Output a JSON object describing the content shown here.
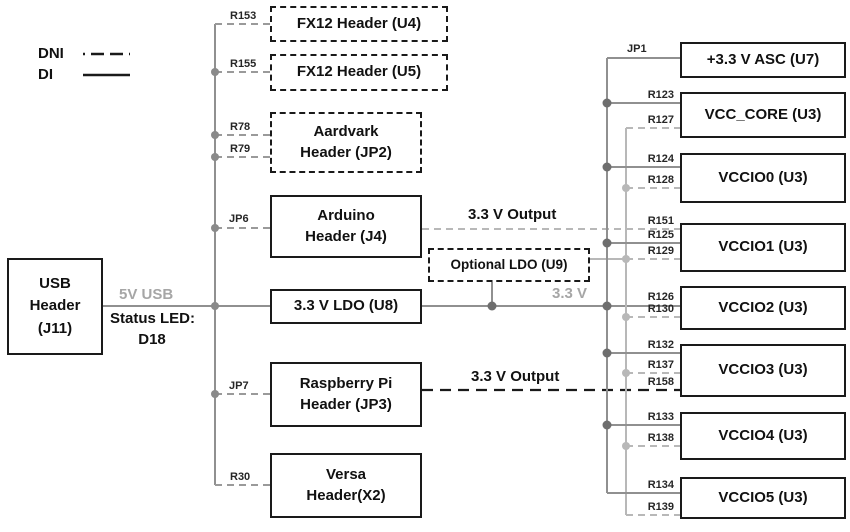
{
  "legend": {
    "dni": "DNI",
    "di": "DI"
  },
  "blocks": {
    "usb": {
      "line1": "USB",
      "line2": "Header",
      "line3": "(J11)"
    },
    "fx12_u4": {
      "label": "FX12 Header (U4)"
    },
    "fx12_u5": {
      "label": "FX12 Header (U5)"
    },
    "aardvark": {
      "line1": "Aardvark",
      "line2": "Header (JP2)"
    },
    "arduino": {
      "line1": "Arduino",
      "line2": "Header (J4)"
    },
    "ldo_u8": {
      "label": "3.3 V LDO (U8)"
    },
    "rpi": {
      "line1": "Raspberry Pi",
      "line2": "Header (JP3)"
    },
    "versa": {
      "line1": "Versa",
      "line2": "Header(X2)"
    },
    "optional_ldo": {
      "label": "Optional LDO (U9)"
    },
    "asc_u7": {
      "label": "+3.3 V ASC (U7)"
    },
    "vcc_core": {
      "label": "VCC_CORE (U3)"
    },
    "vccio0": {
      "label": "VCCIO0 (U3)"
    },
    "vccio1": {
      "label": "VCCIO1 (U3)"
    },
    "vccio2": {
      "label": "VCCIO2 (U3)"
    },
    "vccio3": {
      "label": "VCCIO3 (U3)"
    },
    "vccio4": {
      "label": "VCCIO4 (U3)"
    },
    "vccio5": {
      "label": "VCCIO5 (U3)"
    }
  },
  "nets": {
    "usb_5v": "5V USB",
    "status_led": "Status LED:",
    "status_led_ref": "D18",
    "arduino_output": "3.3 V Output",
    "rpi_output": "3.3 V Output",
    "rail_3v3": "3.3 V"
  },
  "refs": {
    "r153": "R153",
    "r155": "R155",
    "r78": "R78",
    "r79": "R79",
    "jp6": "JP6",
    "jp7": "JP7",
    "r30": "R30",
    "jp1": "JP1",
    "r123": "R123",
    "r127": "R127",
    "r124": "R124",
    "r128": "R128",
    "r151": "R151",
    "r125": "R125",
    "r129": "R129",
    "r126": "R126",
    "r130": "R130",
    "r132": "R132",
    "r137": "R137",
    "r158": "R158",
    "r133": "R133",
    "r138": "R138",
    "r134": "R134",
    "r139": "R139"
  },
  "colors": {
    "wire_gray": "#909090",
    "wire_light": "#b8b8b8",
    "wire_black": "#1a1a1a",
    "gray_text": "#a6a6a6"
  }
}
